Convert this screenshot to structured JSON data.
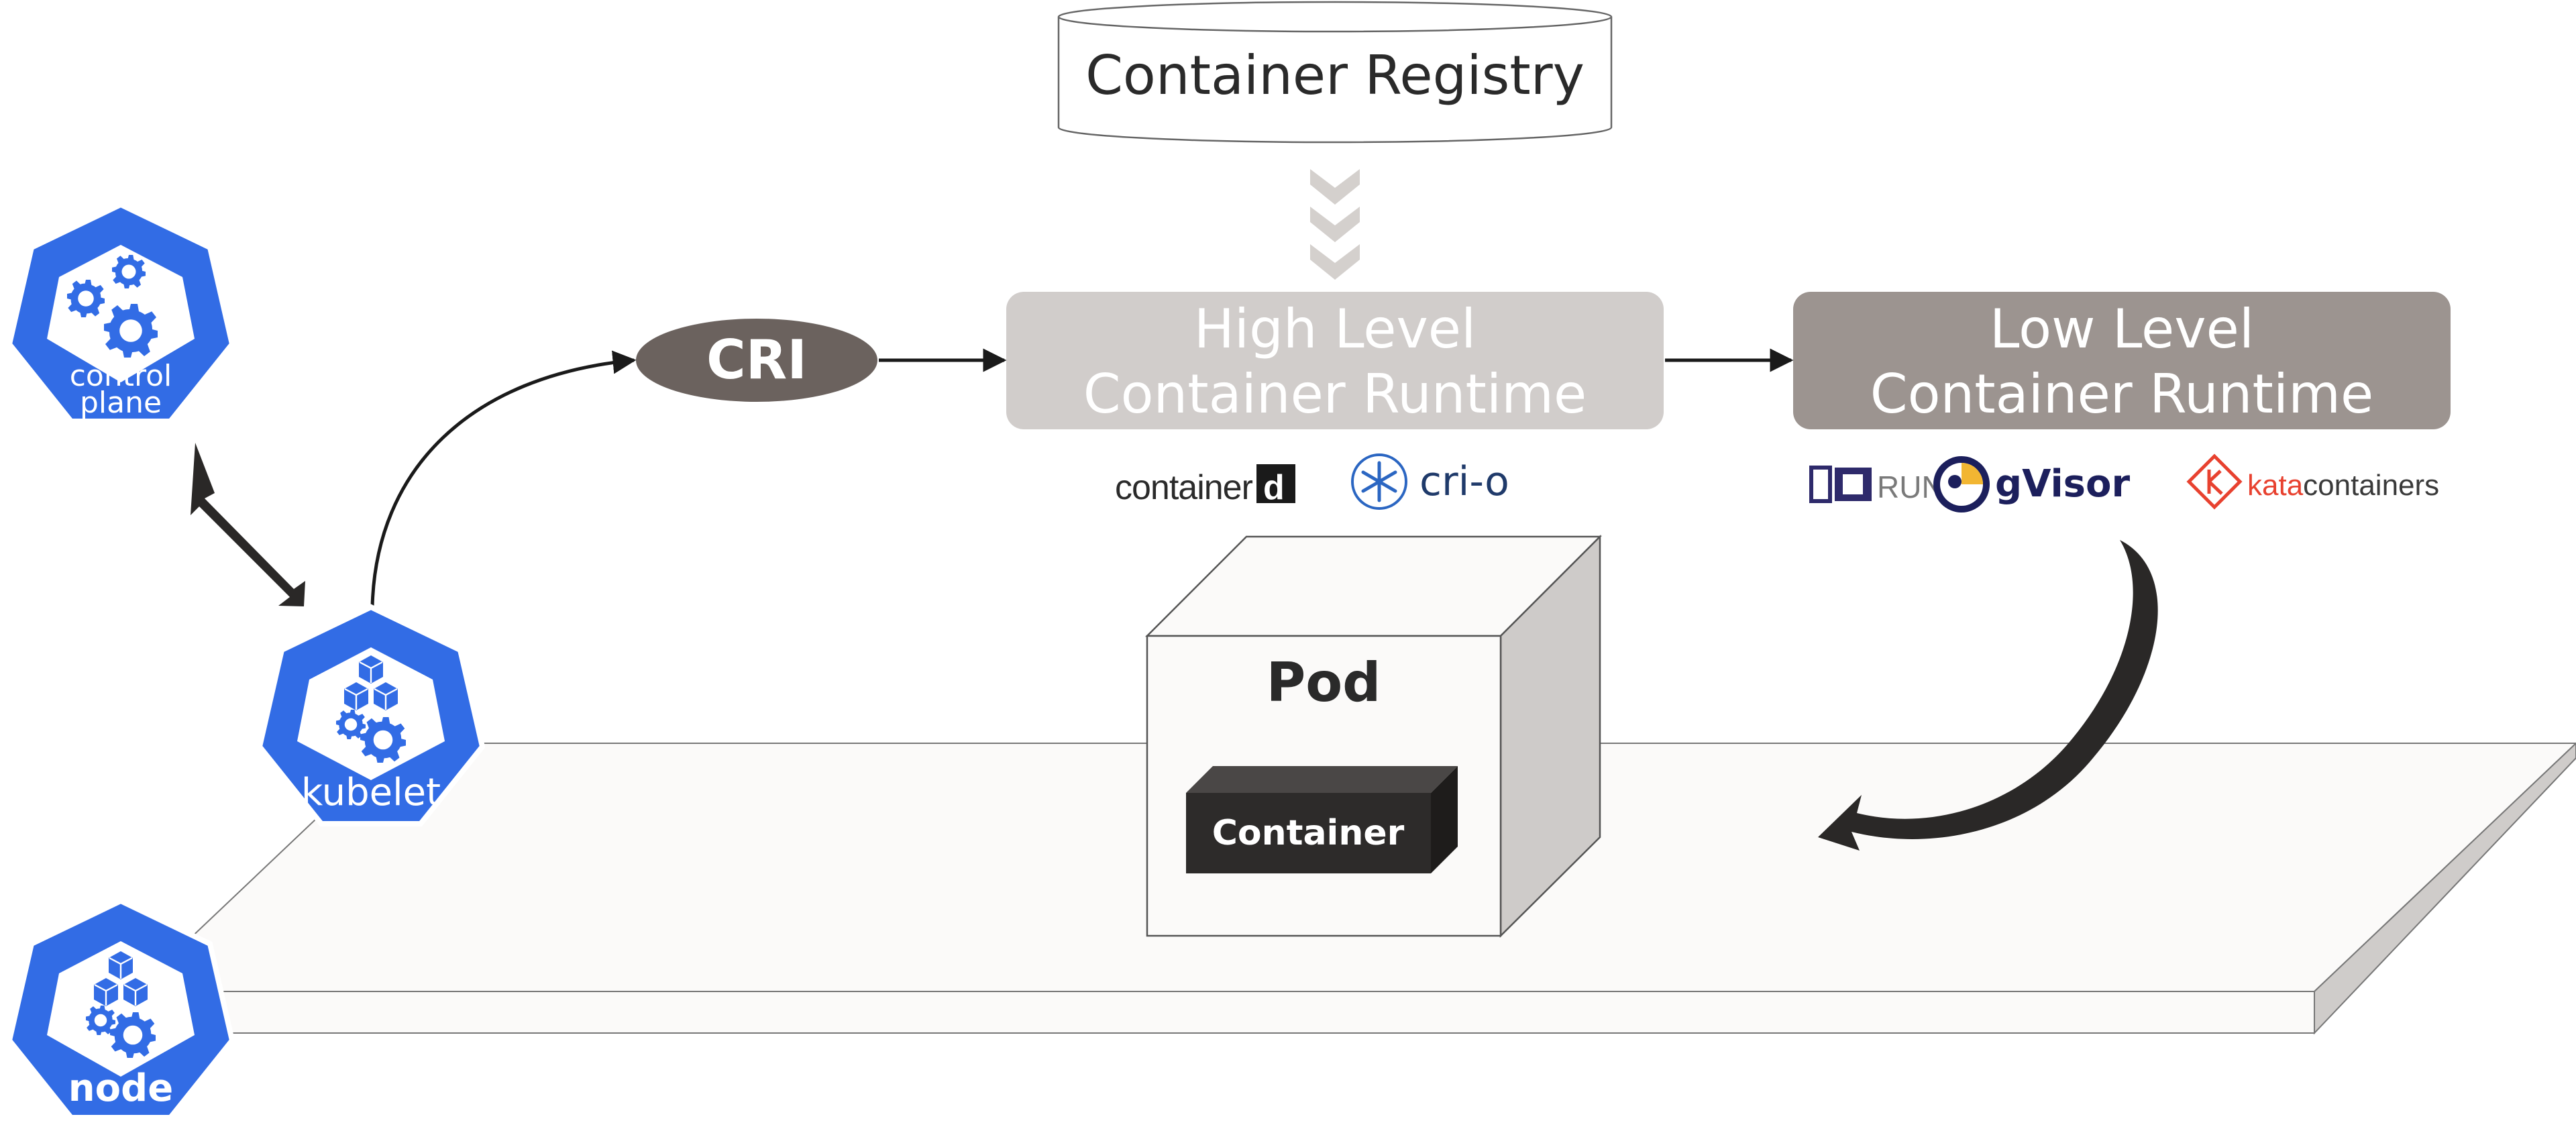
{
  "colors": {
    "k8s_blue": "#326CE5",
    "high_level_box": "#D1CDCB",
    "low_level_box": "#9C9490",
    "cri_ellipse": "#6B625E",
    "container_block": "#2D2B2A",
    "platform": "#FBFAF9",
    "chevron": "#D4D0CD",
    "runc_blue": "#2E2A6B",
    "gvisor_navy": "#1C1F5C",
    "gvisor_yellow": "#F2B632",
    "kata_red": "#E8412F",
    "crio_navy": "#1F3A6A"
  },
  "registry": {
    "label": "Container Registry"
  },
  "cri": {
    "label": "CRI"
  },
  "high_level": {
    "line1": "High Level",
    "line2": "Container Runtime"
  },
  "low_level": {
    "line1": "Low Level",
    "line2": "Container Runtime"
  },
  "logos": {
    "containerd": "container",
    "containerd_d": "d",
    "crio": "cri-o",
    "runc": "RUNC",
    "gvisor": "gVisor",
    "kata_prefix": "kata",
    "kata_suffix": "containers"
  },
  "pod": {
    "label": "Pod"
  },
  "container": {
    "label": "Container"
  },
  "k8s_icons": {
    "control_plane": {
      "line1": "control",
      "line2": "plane",
      "icon": "gears-icon"
    },
    "kubelet": {
      "label": "kubelet",
      "icon": "cubes-gear-icon"
    },
    "node": {
      "label": "node",
      "icon": "cubes-gear-icon"
    }
  }
}
